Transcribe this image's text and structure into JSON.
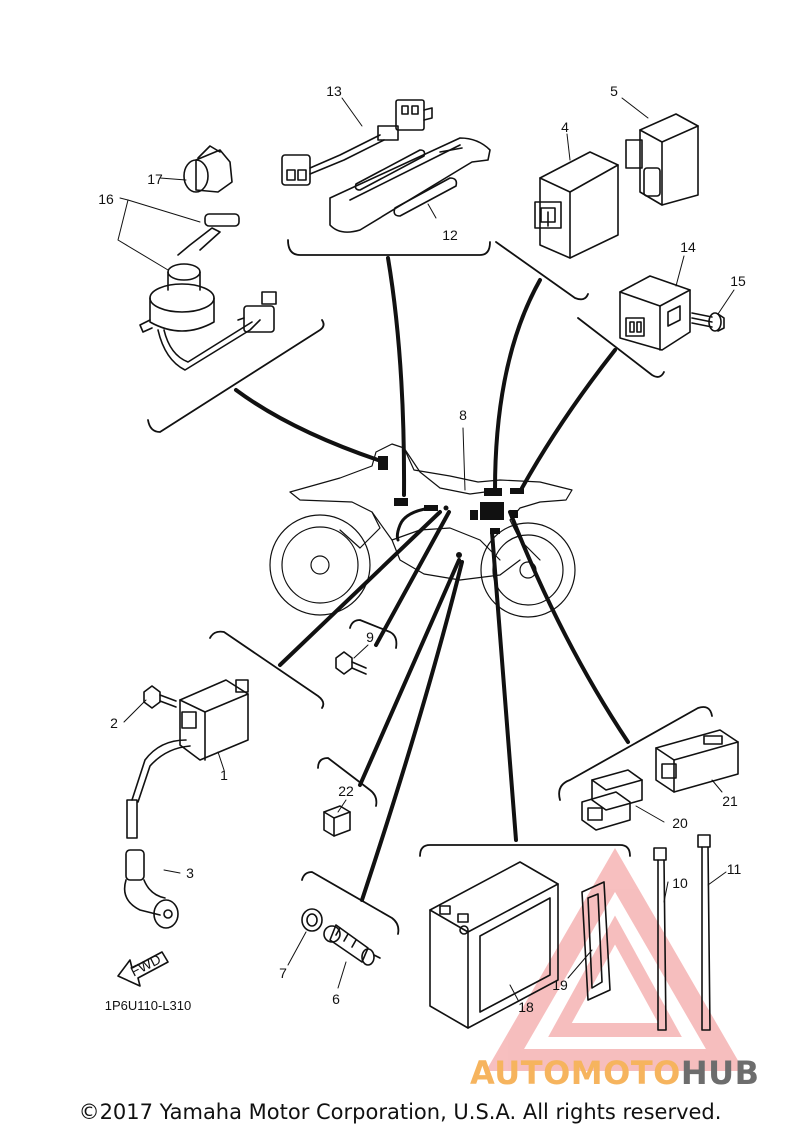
{
  "callouts": {
    "c1": "1",
    "c2": "2",
    "c3": "3",
    "c4": "4",
    "c5": "5",
    "c6": "6",
    "c7": "7",
    "c8": "8",
    "c9": "9",
    "c10": "10",
    "c11": "11",
    "c12": "12",
    "c13": "13",
    "c14": "14",
    "c15": "15",
    "c16": "16",
    "c17": "17",
    "c18": "18",
    "c19": "19",
    "c20": "20",
    "c21": "21",
    "c22": "22"
  },
  "fwd_label": "FWD",
  "part_code": "1P6U110-L310",
  "copyright": "©2017 Yamaha Motor Corporation, U.S.A. All rights reserved.",
  "watermark": {
    "part1": "AUTOMOTO",
    "part2": "HUB"
  },
  "colors": {
    "line": "#111111",
    "watermark_red": "#f08a8a",
    "watermark_orange": "#f6b45e",
    "watermark_gray": "#6d6d6d"
  }
}
